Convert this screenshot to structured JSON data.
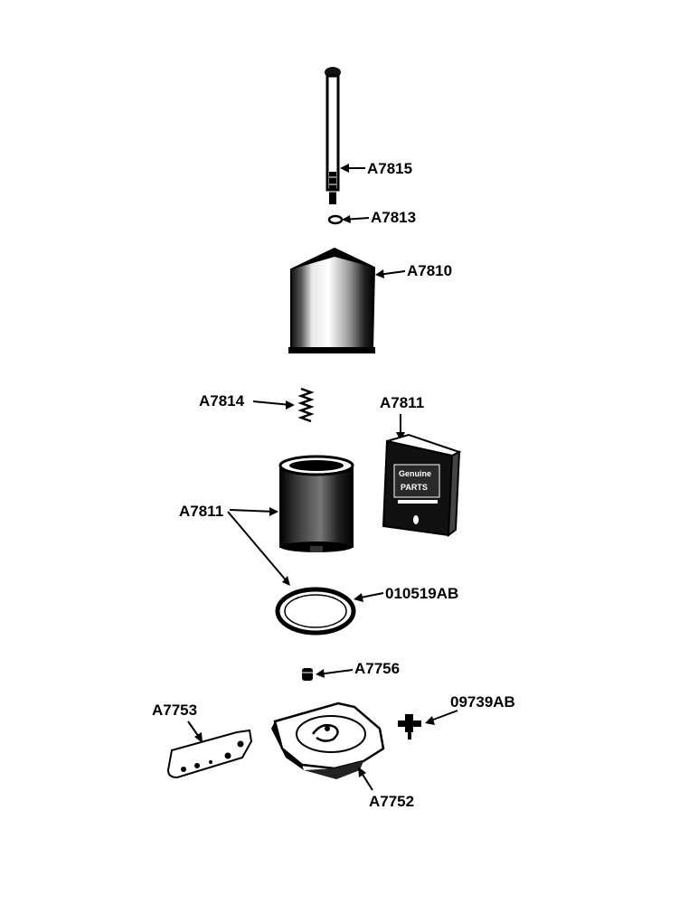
{
  "diagram": {
    "labels": {
      "a7815": "A7815",
      "a7813": "A7813",
      "a7810": "A7810",
      "a7814": "A7814",
      "a7811_box": "A7811",
      "a7811_element": "A7811",
      "o10519ab": "010519AB",
      "a7756": "A7756",
      "o9739ab": "09739AB",
      "a7753": "A7753",
      "a7752": "A7752"
    },
    "box_print": [
      "Genuine",
      "PARTS"
    ]
  }
}
